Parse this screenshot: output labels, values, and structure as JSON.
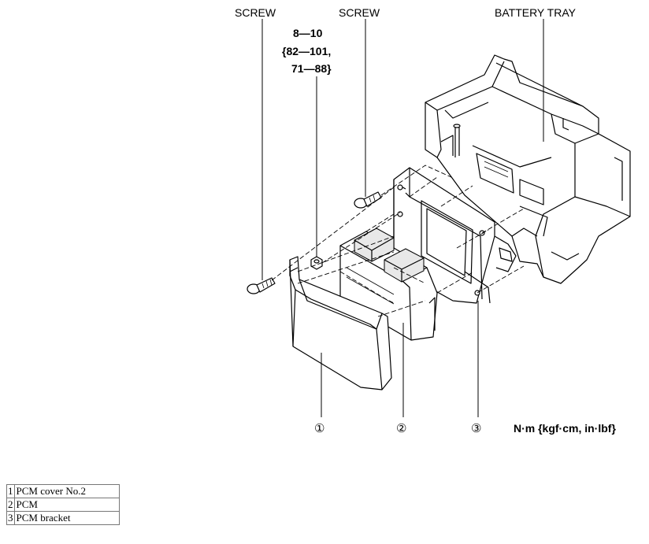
{
  "callouts": {
    "screw_left": "SCREW",
    "screw_right": "SCREW",
    "battery_tray": "BATTERY TRAY"
  },
  "torque": {
    "line1": "8—10",
    "line2": "{82—101,",
    "line3": "71—88}"
  },
  "units": "N·m {kgf·cm, in·lbf}",
  "part_numbers": [
    "①",
    "②",
    "③"
  ],
  "legend": [
    {
      "num": "1",
      "name": "PCM cover No.2"
    },
    {
      "num": "2",
      "name": "PCM"
    },
    {
      "num": "3",
      "name": "PCM bracket"
    }
  ]
}
